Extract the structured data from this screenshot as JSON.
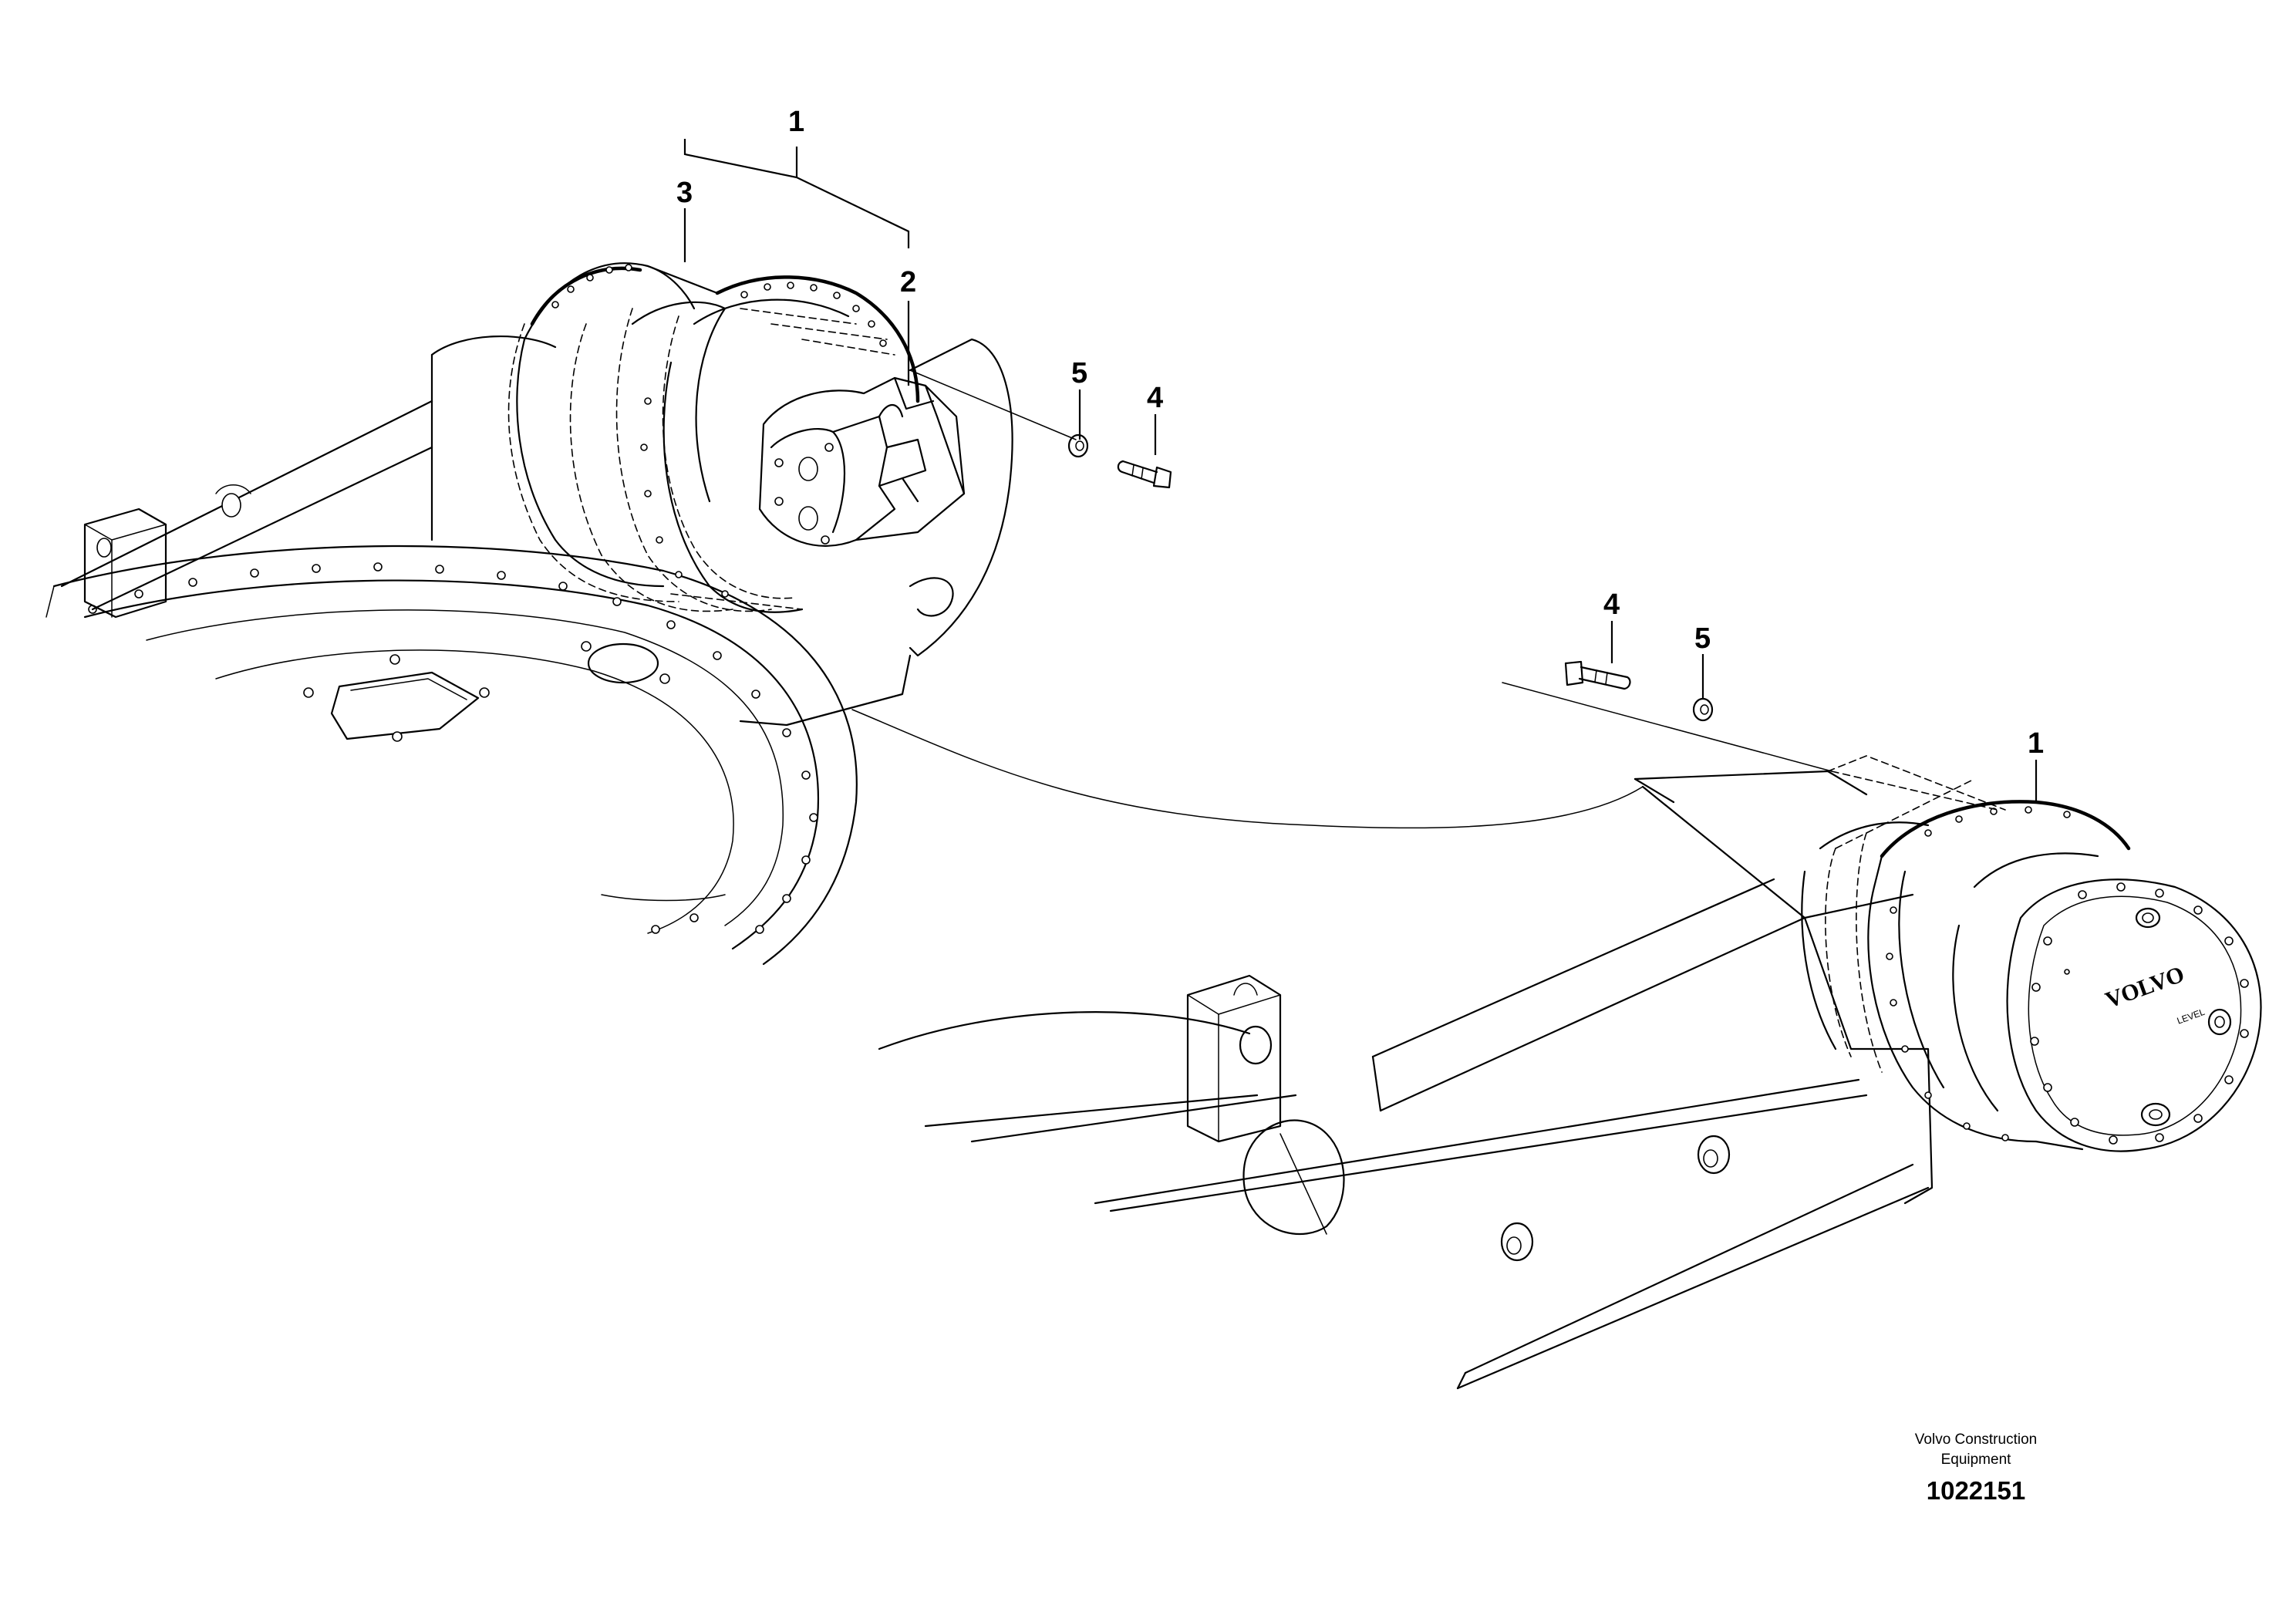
{
  "callouts": {
    "top_assembly": "1",
    "part_3": "3",
    "part_2": "2",
    "washer_left": "5",
    "bolt_left": "4",
    "bolt_right": "4",
    "washer_right": "5",
    "motor_right": "1"
  },
  "logo_text": "VOLVO",
  "label_level": "LEVEL",
  "footer": {
    "company_line1": "Volvo Construction",
    "company_line2": "Equipment",
    "figure_number": "1022151"
  },
  "icons": {
    "bolt": "hex-bolt-icon",
    "washer": "washer-icon"
  }
}
